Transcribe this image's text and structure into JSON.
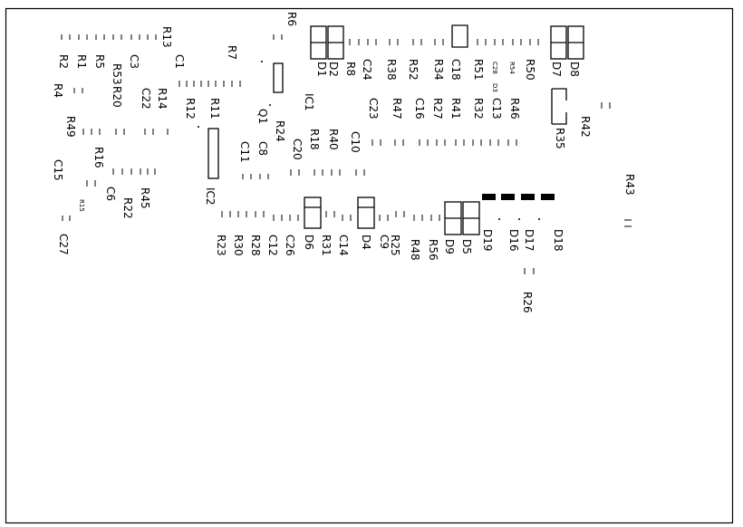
{
  "title": "",
  "labels": {
    "R13": "R13",
    "R6": "R6",
    "R7": "R7",
    "R2": "R2",
    "R1": "R1",
    "R5": "R5",
    "C3": "C3",
    "C1": "C1",
    "R53": "R53",
    "R20": "R20",
    "R4": "R4",
    "R14": "R14",
    "R12": "R12",
    "C22": "C22",
    "R11": "R11",
    "R49": "R49",
    "R16": "R16",
    "C15": "C15",
    "C6": "C6",
    "R15": "R15",
    "R45": "R45",
    "R22": "R22",
    "C27": "C27",
    "IC1": "IC1",
    "IC2": "IC2",
    "Q1": "Q1",
    "R24": "R24",
    "C8": "C8",
    "C11": "C11",
    "C20": "C20",
    "R18": "R18",
    "R40": "R40",
    "C10": "C10",
    "D1": "D1",
    "D2": "D2",
    "R8": "R8",
    "C24": "C24",
    "R38": "R38",
    "R52": "R52",
    "R34": "R34",
    "C18": "C18",
    "R51": "R51",
    "C28": "C28",
    "D3": "D3",
    "R54": "R54",
    "R50": "R50",
    "D7": "D7",
    "D8": "D8",
    "C23": "C23",
    "R47": "R47",
    "C16": "C16",
    "R27": "R27",
    "R41": "R41",
    "R32": "R32",
    "C13": "C13",
    "R46": "R46",
    "R42": "R42",
    "R35": "R35",
    "R43": "R43",
    "R23": "R23",
    "R30": "R30",
    "R28": "R28",
    "C12": "C12",
    "C26": "C26",
    "D6": "D6",
    "R31": "R31",
    "C14": "C14",
    "D4": "D4",
    "C9": "C9",
    "R25": "R25",
    "R48": "R48",
    "R56": "R56",
    "D9": "D9",
    "D5": "D5",
    "D19": "D19",
    "D16": "D16",
    "D17": "D17",
    "D18": "D18",
    "R26": "R26"
  }
}
